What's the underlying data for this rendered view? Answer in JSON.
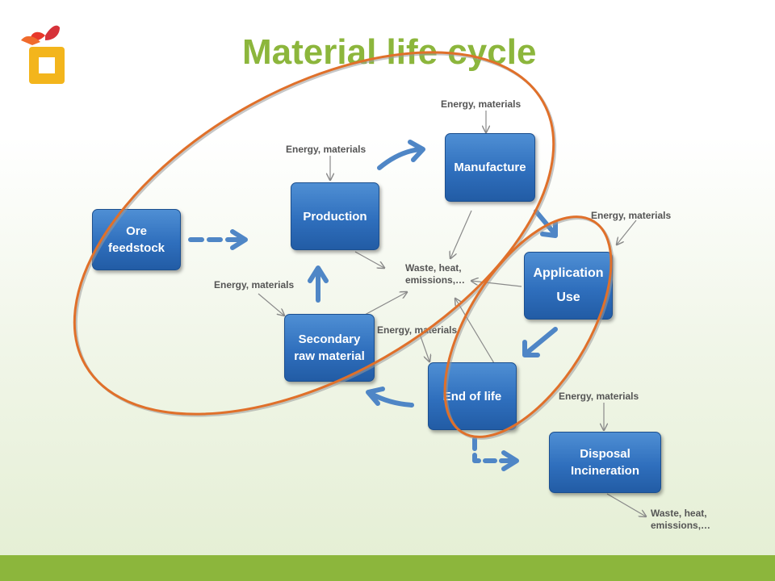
{
  "title": "Material life cycle",
  "colors": {
    "title": "#8cb63c",
    "box": "#2f6fbd",
    "arrow": "#4f86c6",
    "ellipse": "#e0702a",
    "footer": "#8cb63c"
  },
  "logo": {
    "icon": "brand-logo-icon"
  },
  "nodes": {
    "ore": {
      "line1": "Ore",
      "line2": "feedstock"
    },
    "production": {
      "line1": "Production"
    },
    "manufacture": {
      "line1": "Manufacture"
    },
    "application": {
      "line1": "Application",
      "line2": "Use"
    },
    "end_of_life": {
      "line1": "End of life"
    },
    "secondary": {
      "line1": "Secondary",
      "line2": "raw material"
    },
    "disposal": {
      "line1": "Disposal",
      "line2": "Incineration"
    }
  },
  "labels": {
    "energy_manufacture": "Energy, materials",
    "energy_production": "Energy, materials",
    "energy_application": "Energy, materials",
    "energy_secondary": "Energy, materials",
    "energy_end_of_life": "Energy, materials",
    "energy_disposal": "Energy, materials",
    "waste_center": "Waste, heat, emissions,…",
    "waste_disposal": "Waste, heat, emissions,…"
  }
}
